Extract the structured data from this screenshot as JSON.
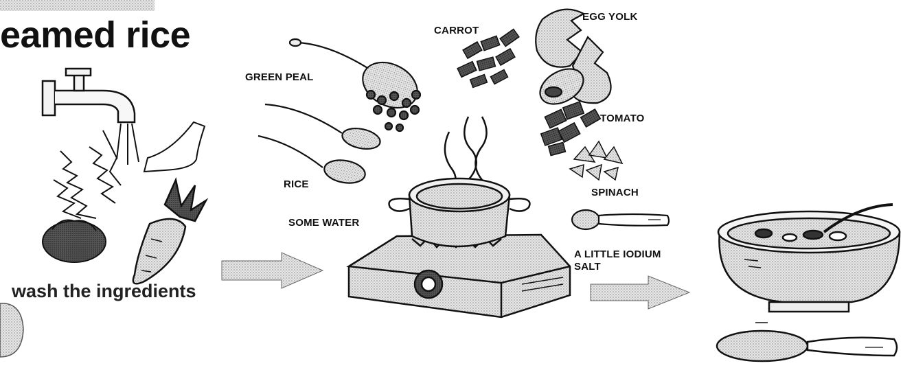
{
  "title": "eamed rice",
  "caption": "wash the ingredients",
  "ingredients": {
    "green_peal": "GREEN PEAL",
    "rice": "RICE",
    "some_water": "SOME WATER",
    "carrot": "CARROT",
    "egg_yolk": "EGG YOLK",
    "tomato": "TOMATO",
    "spinach": "SPINACH",
    "salt_line1": "A LITTLE IODIUM",
    "salt_line2": "SALT"
  }
}
